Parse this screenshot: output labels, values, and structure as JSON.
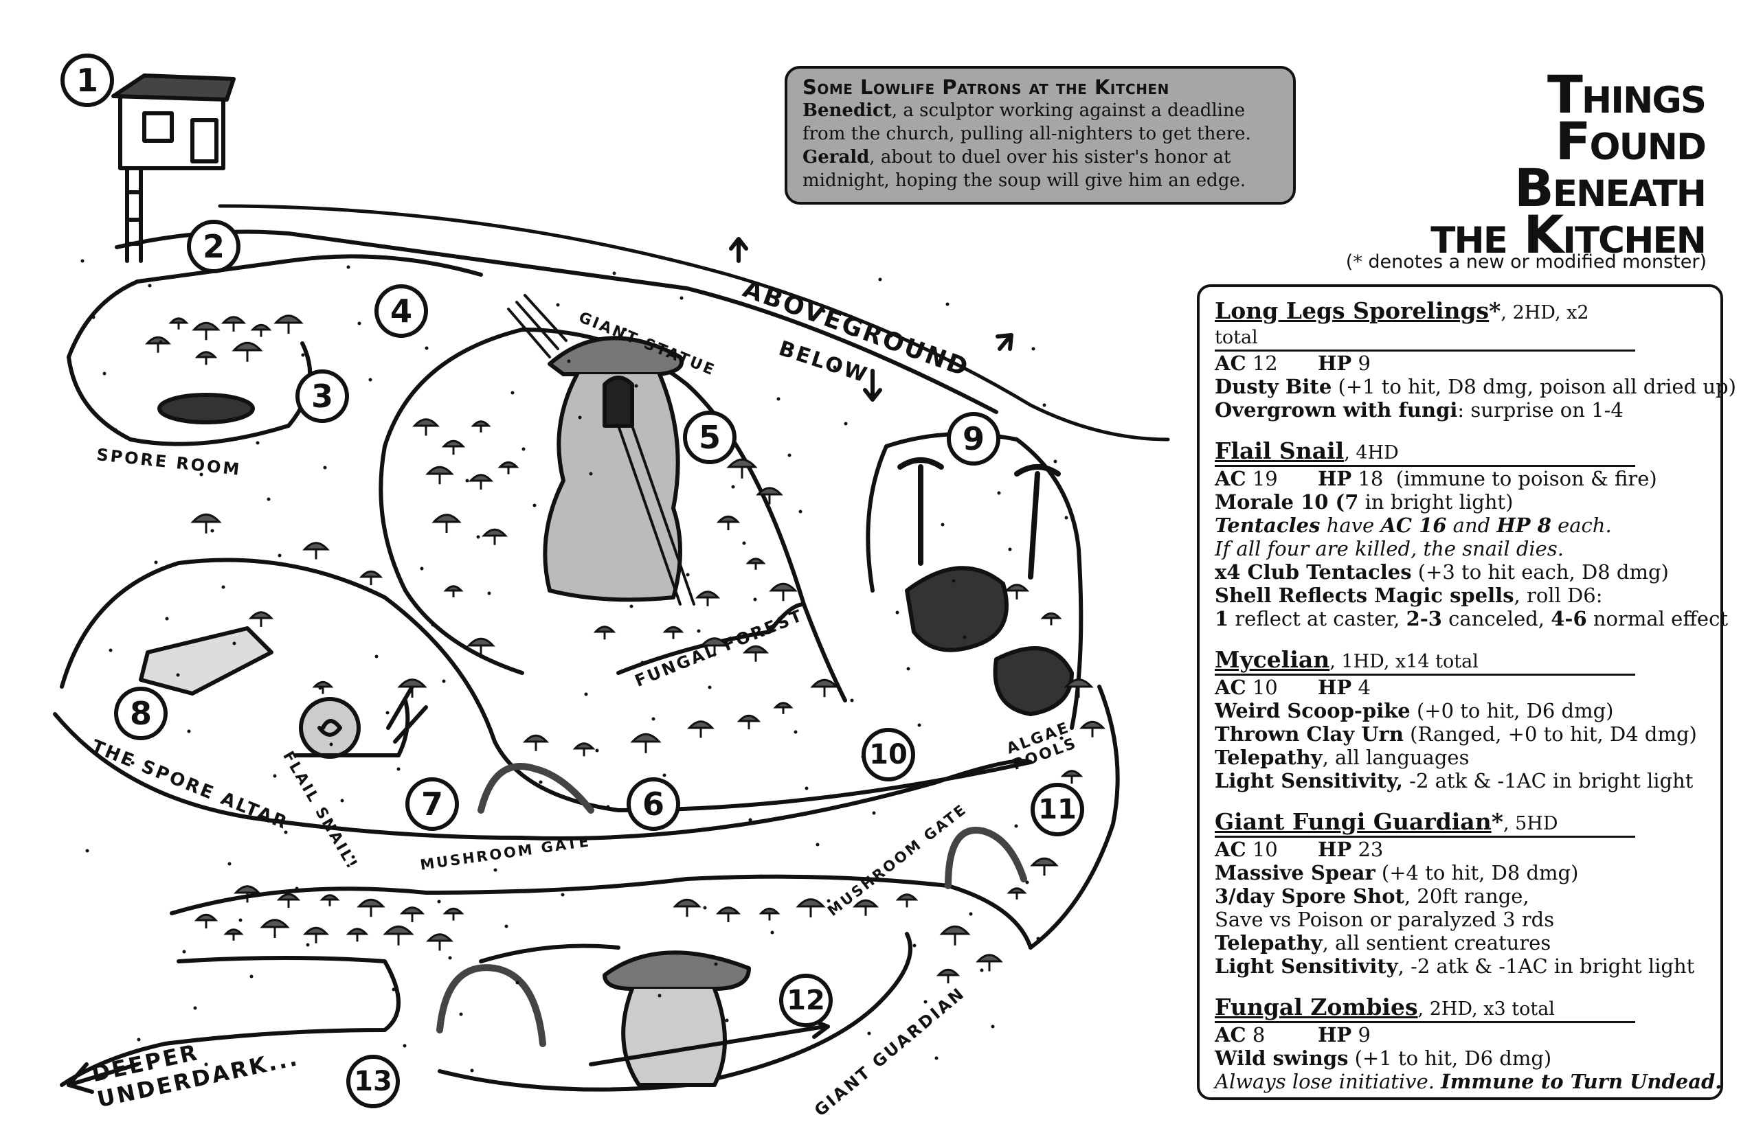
{
  "title": {
    "line1": "Things",
    "line2": "Found",
    "line3": "Beneath",
    "line4": "the Kitchen"
  },
  "subtitle": "(* denotes a new or modified monster)",
  "patrons": {
    "title": "Some Lowlife Patrons at the Kitchen",
    "entries": [
      {
        "name": "Benedict",
        "text": ", a sculptor working against a deadline from the church, pulling all-nighters to get there."
      },
      {
        "name": "Gerald",
        "text": ", about to duel over his sister's honor at midnight, hoping the soup will give him an edge."
      }
    ]
  },
  "map": {
    "numbers": [
      "1",
      "2",
      "3",
      "4",
      "5",
      "6",
      "7",
      "8",
      "9",
      "10",
      "11",
      "12",
      "13"
    ],
    "labels": {
      "aboveground": "Aboveground",
      "below": "Below",
      "giant_statue": "Giant Statue",
      "spore_room": "Spore Room",
      "fungal_forest": "Fungal Forest",
      "spore_altar": "The Spore Altar",
      "flail_snail": "Flail Snail!",
      "mushroom_gate_1": "Mushroom Gate",
      "mushroom_gate_2": "Mushroom Gate",
      "algae_pools": "Algae Pools",
      "deeper_underdark": "Deeper Underdark...",
      "giant_guardian": "Giant Guardian"
    }
  },
  "monsters": [
    {
      "name": "Long Legs Sporelings",
      "mark": "*",
      "hd": ", 2HD, x2 total",
      "ac": "12",
      "hp": "9",
      "hp_note": "",
      "lines": [
        {
          "b": "Dusty Bite",
          "t": " (+1 to hit, D8 dmg, poison all dried up)"
        },
        {
          "b": "Overgrown with fungi",
          "t": ": surprise on 1-4"
        }
      ]
    },
    {
      "name": "Flail Snail",
      "mark": "",
      "hd": ", 4HD",
      "ac": "19",
      "hp": "18",
      "hp_note": "(immune to poison & fire)",
      "lines": [
        {
          "b": "Morale 10 (7",
          "t": " in bright light)"
        },
        {
          "i1": "Tentacles",
          "i2": " have ",
          "i3": "AC 16",
          "i4": " and ",
          "i5": "HP 8",
          "i6": " each."
        },
        {
          "it": "If all four are killed, the snail dies."
        },
        {
          "b": "x4 Club Tentacles",
          "t": " (+3 to hit each, D8 dmg)"
        },
        {
          "b": "Shell Reflects Magic spells",
          "t": ", roll D6:"
        },
        {
          "b": "1",
          "t": " reflect at caster, ",
          "b2": "2-3",
          "t2": " canceled, ",
          "b3": "4-6",
          "t3": " normal effect"
        }
      ]
    },
    {
      "name": "Mycelian",
      "mark": "",
      "hd": ", 1HD, x14 total",
      "ac": "10",
      "hp": "4",
      "hp_note": "",
      "lines": [
        {
          "b": "Weird Scoop-pike",
          "t": " (+0 to hit, D6 dmg)"
        },
        {
          "b": "Thrown Clay Urn",
          "t": " (Ranged, +0 to hit, D4 dmg)"
        },
        {
          "b": "Telepathy",
          "t": ", all languages"
        },
        {
          "b": "Light Sensitivity,",
          "t": " -2 atk & -1AC in bright light"
        }
      ]
    },
    {
      "name": "Giant Fungi Guardian",
      "mark": "*",
      "hd": ", 5HD",
      "ac": "10",
      "hp": "23",
      "hp_note": "",
      "lines": [
        {
          "b": "Massive Spear",
          "t": " (+4 to hit, D8 dmg)"
        },
        {
          "b": "3/day Spore Shot",
          "t": ", 20ft range,"
        },
        {
          "b": "",
          "t": "Save vs Poison or paralyzed 3 rds"
        },
        {
          "b": "Telepathy",
          "t": ", all sentient creatures"
        },
        {
          "b": "Light Sensitivity",
          "t": ", -2 atk & -1AC in bright light"
        }
      ]
    },
    {
      "name": "Fungal Zombies",
      "mark": "",
      "hd": ", 2HD, x3 total",
      "ac": "8",
      "hp": "9",
      "hp_note": "",
      "lines": [
        {
          "b": "Wild swings",
          "t": " (+1 to hit, D6 dmg)"
        },
        {
          "it": "Always lose initiative. ",
          "bi": "Immune to Turn Undead."
        }
      ]
    }
  ],
  "labels_common": {
    "ac": "AC",
    "hp": "HP"
  }
}
